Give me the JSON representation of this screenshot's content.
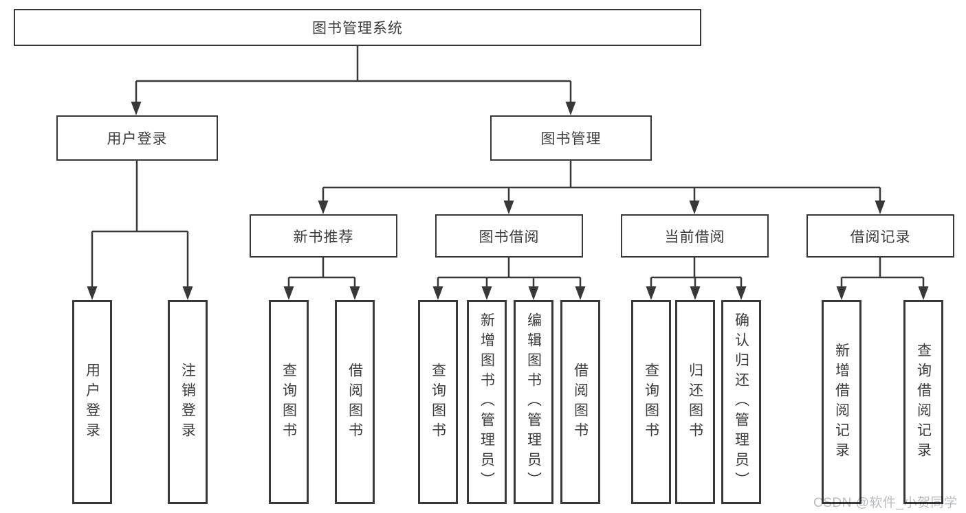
{
  "colors": {
    "line": "#383838",
    "text": "#3d3d3d",
    "watermark": "#b9bcc0",
    "background": "#ffffff"
  },
  "watermark": "CSDN @软件_小贺同学",
  "tree": {
    "label": "图书管理系统",
    "children": [
      {
        "label": "用户登录",
        "children": [
          {
            "label": "用户登录"
          },
          {
            "label": "注销登录"
          }
        ]
      },
      {
        "label": "图书管理",
        "children": [
          {
            "label": "新书推荐",
            "children": [
              {
                "label": "查询图书"
              },
              {
                "label": "借阅图书"
              }
            ]
          },
          {
            "label": "图书借阅",
            "children": [
              {
                "label": "查询图书"
              },
              {
                "label": "新增图书（管理员）"
              },
              {
                "label": "编辑图书（管理员）"
              },
              {
                "label": "借阅图书"
              }
            ]
          },
          {
            "label": "当前借阅",
            "children": [
              {
                "label": "查询图书"
              },
              {
                "label": "归还图书"
              },
              {
                "label": "确认归还（管理员）"
              }
            ]
          },
          {
            "label": "借阅记录",
            "children": [
              {
                "label": "新增借阅记录"
              },
              {
                "label": "查询借阅记录"
              }
            ]
          }
        ]
      }
    ]
  }
}
